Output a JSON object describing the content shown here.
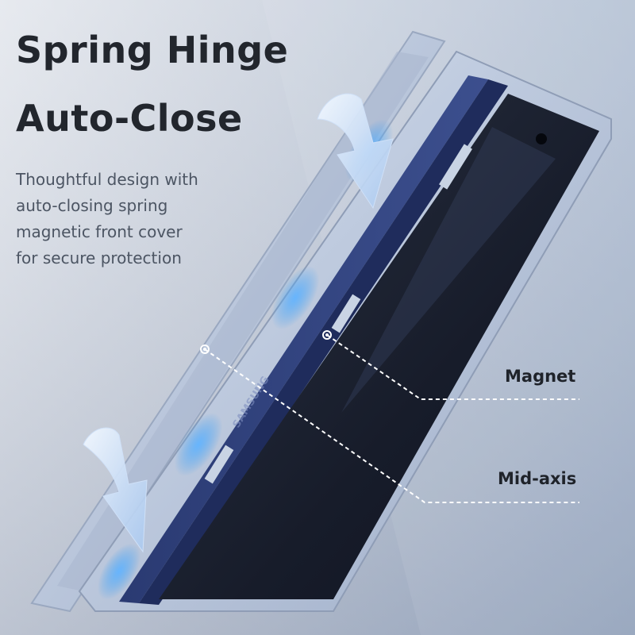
{
  "headline": {
    "line1": "Spring Hinge",
    "line2": "Auto-Close"
  },
  "description": {
    "lines": [
      "Thoughtful design with",
      "auto-closing spring",
      "magnetic front cover",
      "for secure protection"
    ]
  },
  "callouts": {
    "magnet": "Magnet",
    "mid_axis": "Mid-axis"
  },
  "product": {
    "brand_mark": "SAMSUNG"
  },
  "colors": {
    "background": "#b7c2d4",
    "case_frame": "#b9c6dc",
    "phone_frame": "#2a3a72",
    "screen": "#171c2c",
    "arrow": "#dbe9fb",
    "magnet_glow": "#3a9cf0"
  }
}
